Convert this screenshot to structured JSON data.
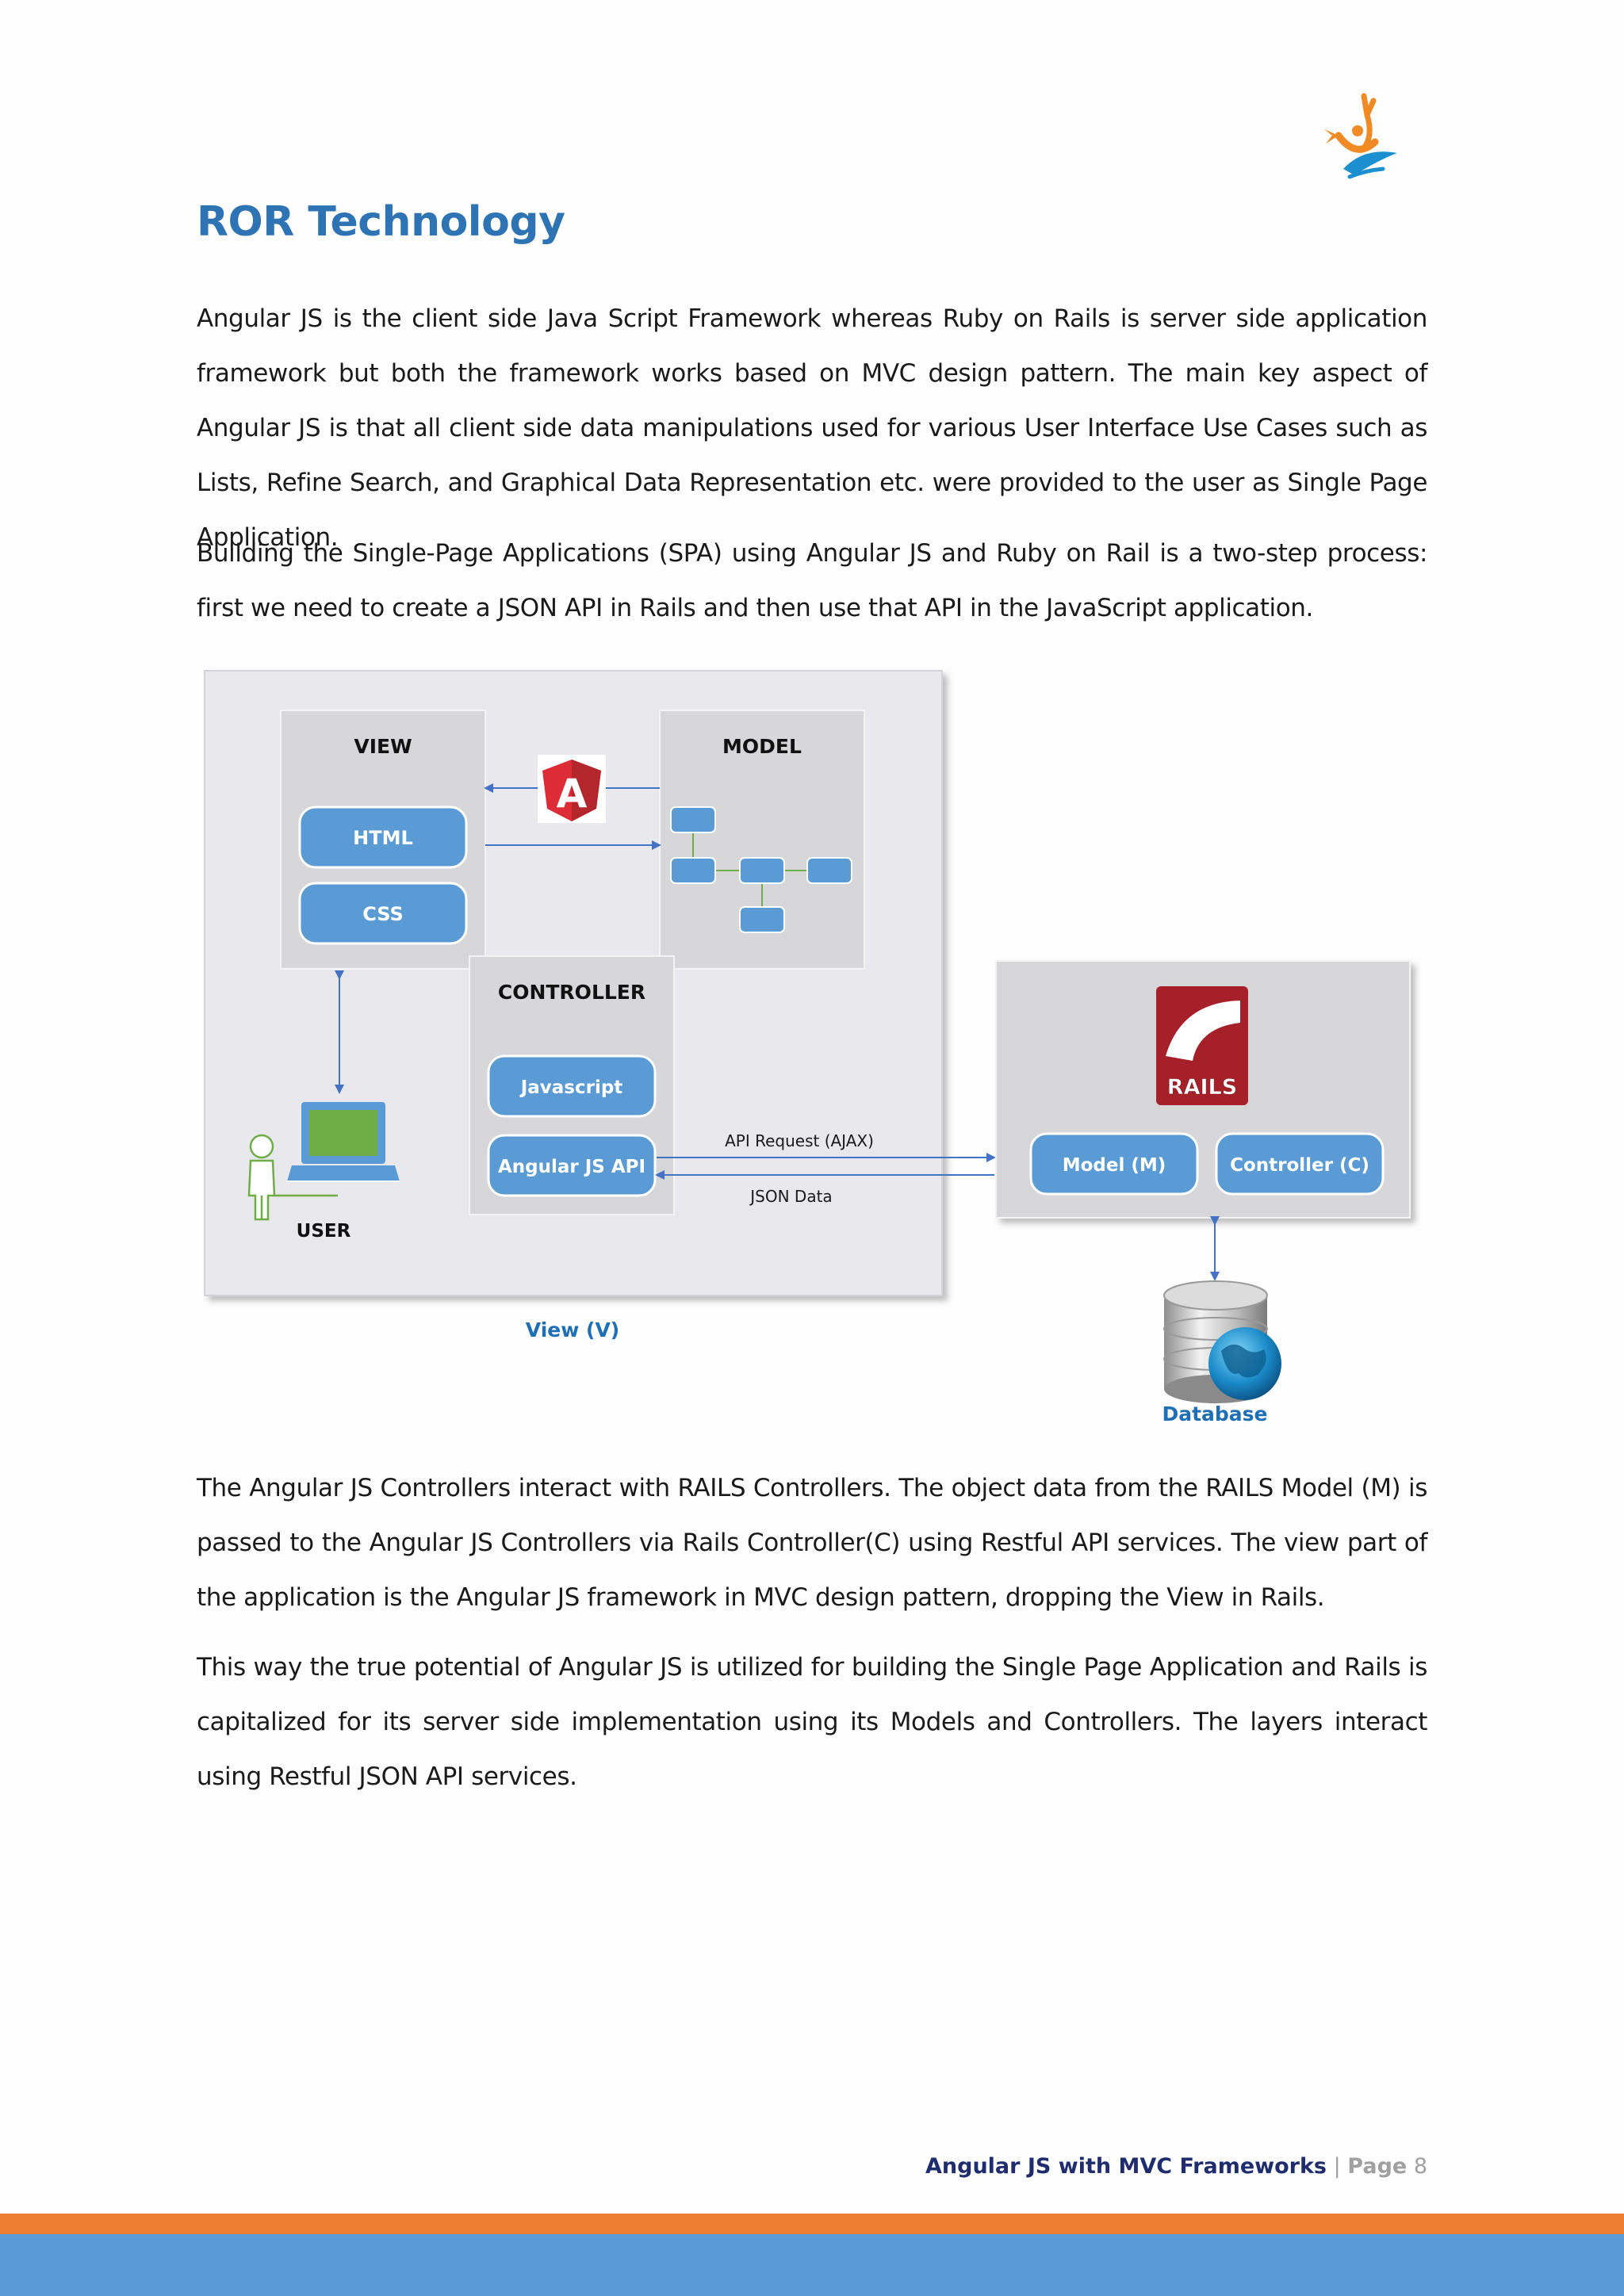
{
  "heading": "ROR Technology",
  "paragraphs": [
    "Angular JS is the client side Java Script Framework whereas Ruby on Rails is server side application framework but both the framework works based on MVC design pattern. The main key aspect of Angular JS is that all client side data manipulations used for various User Interface Use Cases such as Lists, Refine Search, and Graphical Data Representation etc. were provided to the user as Single Page Application.",
    "Building the Single-Page Applications (SPA) using Angular JS and Ruby on Rail is a two-step process: first we need to create a JSON API in Rails and then use that API in the JavaScript application.",
    "The Angular JS Controllers interact with RAILS Controllers. The object data from the RAILS Model (M) is passed to the Angular JS Controllers via Rails Controller(C) using Restful API services. The view part of the application is the Angular JS framework in MVC design pattern, dropping the View in Rails.",
    "This way the true potential of Angular JS is utilized for building the Single Page Application and Rails is capitalized for its server side implementation using its Models and Controllers. The layers interact using Restful JSON API services."
  ],
  "diagram": {
    "view_title": "VIEW",
    "model_title": "MODEL",
    "controller_title": "CONTROLLER",
    "html_label": "HTML",
    "css_label": "CSS",
    "javascript_label": "Javascript",
    "angular_api_label": "Angular JS API",
    "user_label": "USER",
    "view_v_caption": "View (V)",
    "api_request_label": "API Request (AJAX)",
    "json_data_label": "JSON Data",
    "rails_model_label": "Model (M)",
    "rails_controller_label": "Controller (C)",
    "database_label": "Database",
    "angular_logo_letter": "A",
    "rails_logo_text": "RAILS"
  },
  "footer": {
    "title": "Angular JS with MVC Frameworks",
    "separator": " | ",
    "page_word": "Page",
    "page_number": "8"
  },
  "colors": {
    "heading": "#2e74b5",
    "button_blue": "#5b9bd5",
    "footer_title": "#1f2d6e",
    "band_orange": "#ed7d31",
    "band_blue": "#5b9bd5",
    "caption_blue": "#1f6fb5"
  }
}
